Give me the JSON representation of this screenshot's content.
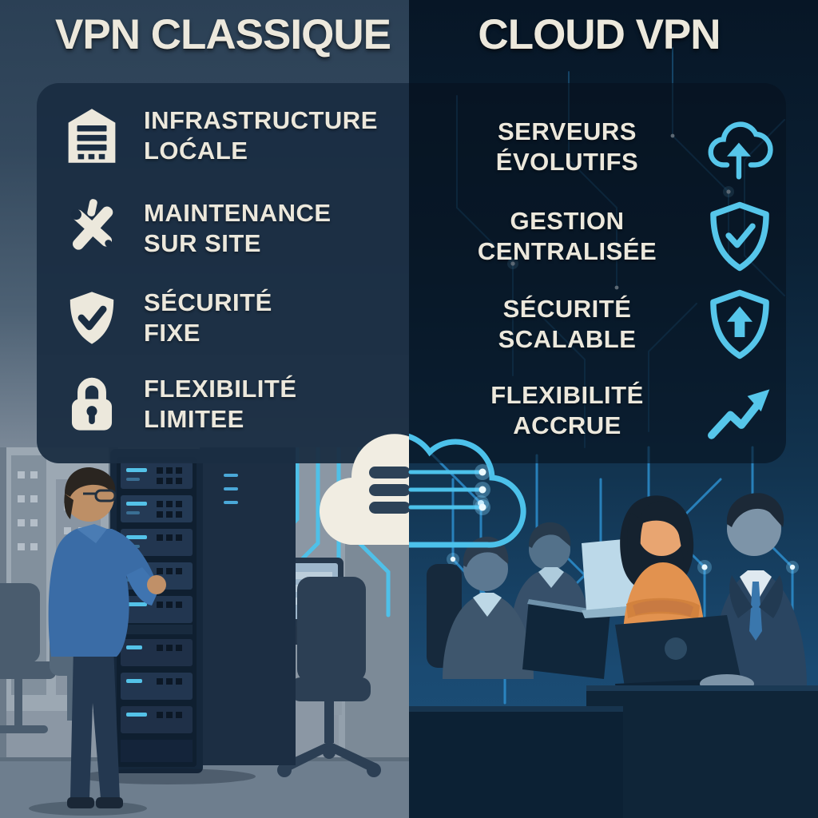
{
  "colors": {
    "accent_blue": "#56c6ea",
    "cream_text": "#ece8dc",
    "panel_navy_left": "#1a2d42",
    "panel_navy_right": "#0a1a2b",
    "scene_orange": "#e2924f"
  },
  "left": {
    "title": "VPN CLASSIQUE",
    "features": [
      {
        "icon": "building-server-icon",
        "line1": "INFRASTRUCTURE",
        "line2": "LOĆALE"
      },
      {
        "icon": "crossed-tools-icon",
        "line1": "MAINTENANCE",
        "line2": "SUR SITE"
      },
      {
        "icon": "shield-check-icon",
        "line1": "SÉCURITÉ",
        "line2": "FIXE"
      },
      {
        "icon": "padlock-icon",
        "line1": "FLEXIBILITÉ",
        "line2": "LIMITEE"
      }
    ]
  },
  "right": {
    "title": "CLOUD VPN",
    "features": [
      {
        "icon": "cloud-upload-icon",
        "line1": "SERVEURS",
        "line2": "ÉVOLUTIFS"
      },
      {
        "icon": "shield-check-outline-icon",
        "line1": "GESTION",
        "line2": "CENTRALISÉE"
      },
      {
        "icon": "shield-up-icon",
        "line1": "SÉCURITÉ",
        "line2": "SCALABLE"
      },
      {
        "icon": "trend-up-icon",
        "line1": "FLEXIBILITÉ",
        "line2": "ACCRUE"
      }
    ]
  }
}
